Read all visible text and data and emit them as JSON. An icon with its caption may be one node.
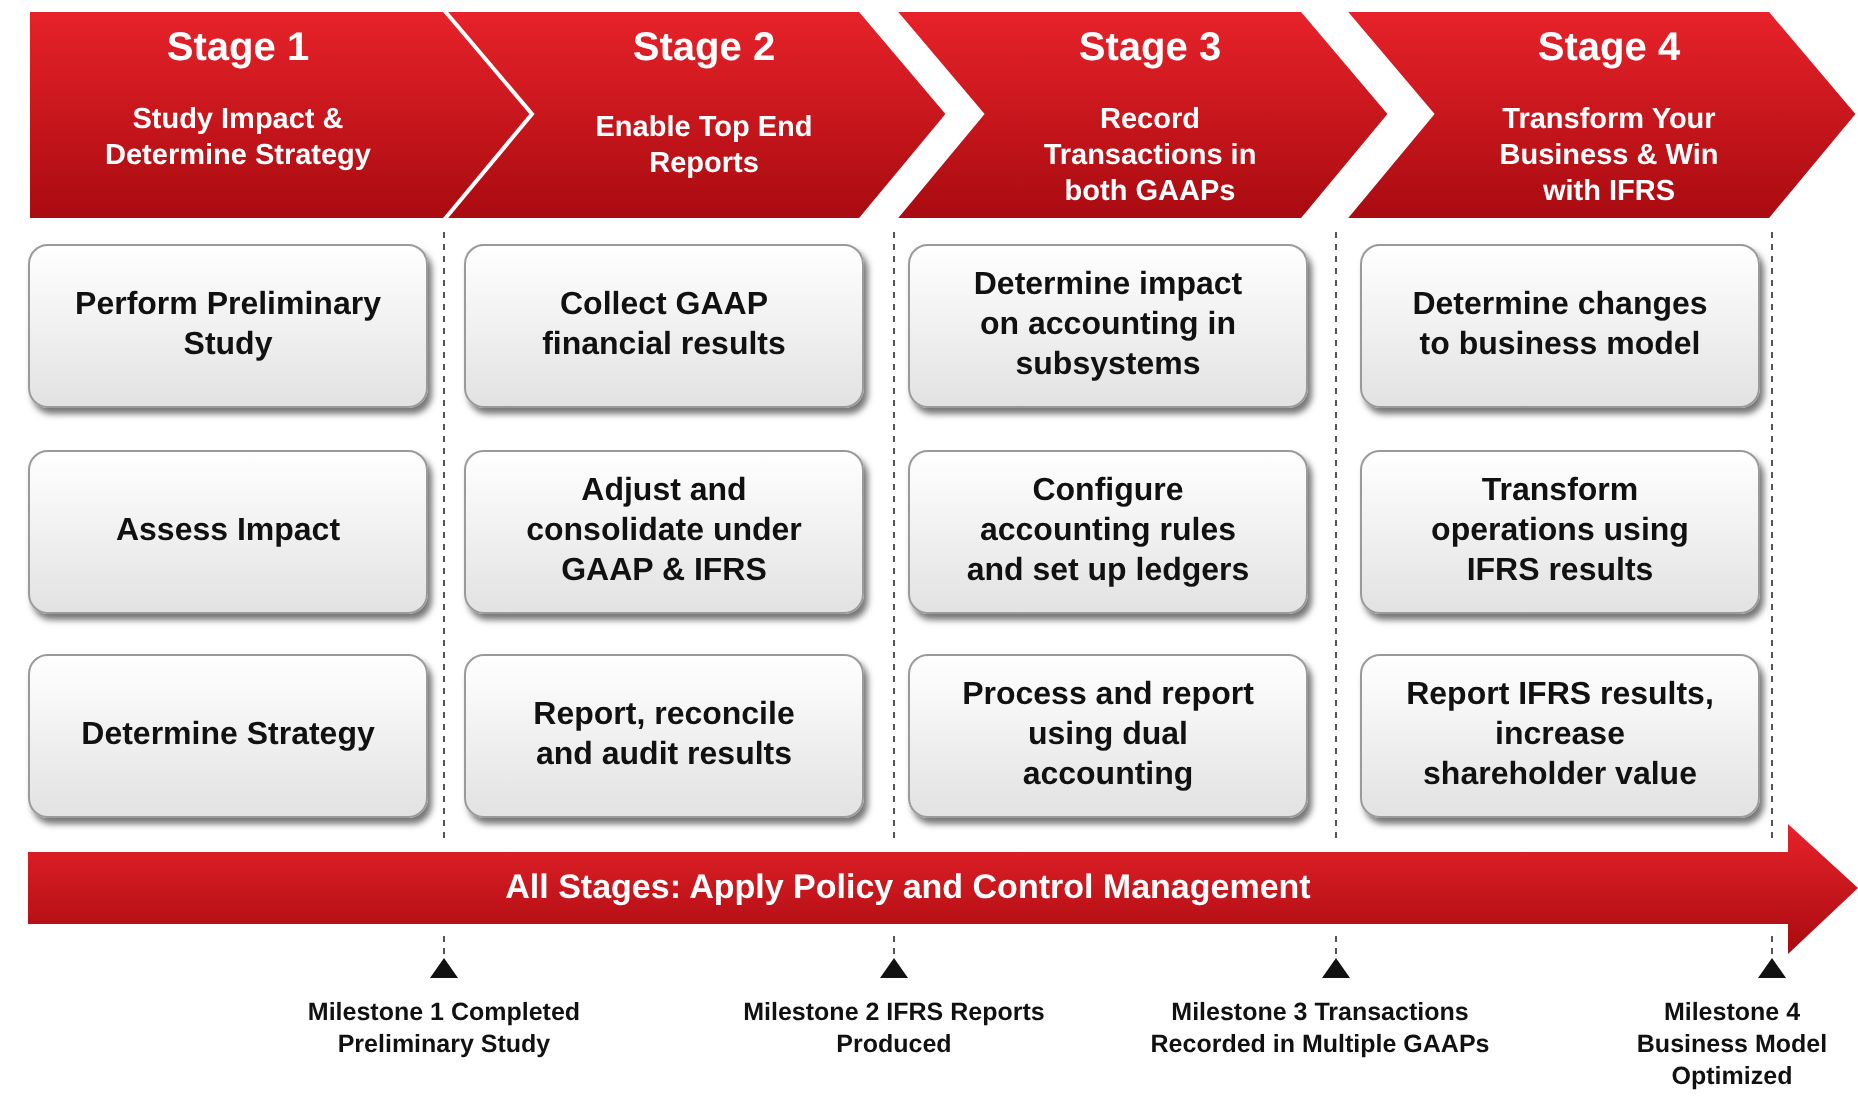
{
  "diagram": {
    "nodes": [
      {
        "text": [
          "Stage 1",
          "Study Impact & Determine Strategy"
        ]
      },
      {
        "text": [
          "Stage 2",
          "Enable Top End Reports"
        ]
      },
      {
        "text": [
          "Stage 3",
          "Record Transactions in both GAAPs"
        ]
      },
      {
        "text": [
          "Stage 4",
          "Transform Your Business & Win with IFRS"
        ]
      },
      {
        "text": [
          "Perform Preliminary Study"
        ]
      },
      {
        "text": [
          "Collect GAAP financial results"
        ]
      },
      {
        "text": [
          "Determine impact on accounting in subsystems"
        ]
      },
      {
        "text": [
          "Determine changes to business model"
        ]
      },
      {
        "text": [
          "Assess Impact"
        ]
      },
      {
        "text": [
          "Adjust and consolidate under GAAP & IFRS"
        ]
      },
      {
        "text": [
          "Configure accounting rules and set up ledgers"
        ]
      },
      {
        "text": [
          "Transform operations using IFRS results"
        ]
      },
      {
        "text": [
          "Determine Strategy"
        ]
      },
      {
        "text": [
          "Report, reconcile and audit results"
        ]
      },
      {
        "text": [
          "Process and report using dual accounting"
        ]
      },
      {
        "text": [
          "Report IFRS results, increase shareholder value"
        ]
      },
      {
        "text": [
          "All Stages: Apply Policy and Control Management"
        ]
      }
    ],
    "labels": [
      "Milestone 1 Completed Preliminary Study",
      "Milestone 2 IFRS Reports Produced",
      "Milestone 3 Transactions Recorded in Multiple GAAPs",
      "Milestone 4 Business Model Optimized"
    ]
  }
}
